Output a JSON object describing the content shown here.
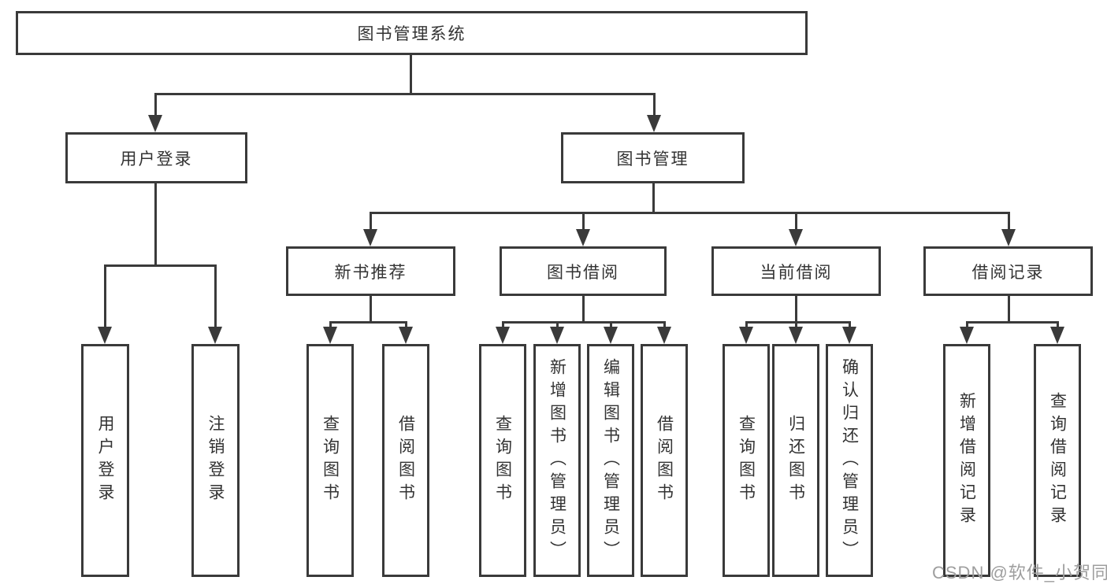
{
  "diagram": {
    "title_node": {
      "label": "图书管理系统"
    },
    "level2": [
      {
        "label": "用户登录"
      },
      {
        "label": "图书管理"
      }
    ],
    "level3": [
      {
        "label": "新书推荐"
      },
      {
        "label": "图书借阅"
      },
      {
        "label": "当前借阅"
      },
      {
        "label": "借阅记录"
      }
    ],
    "leaves": [
      {
        "label": "用户登录"
      },
      {
        "label": "注销登录"
      },
      {
        "label": "查询图书"
      },
      {
        "label": "借阅图书"
      },
      {
        "label": "查询图书"
      },
      {
        "label": "新增图书（管理员）"
      },
      {
        "label": "编辑图书（管理员）"
      },
      {
        "label": "借阅图书"
      },
      {
        "label": "查询图书"
      },
      {
        "label": "归还图书"
      },
      {
        "label": "确认归还（管理员）"
      },
      {
        "label": "新增借阅记录"
      },
      {
        "label": "查询借阅记录"
      }
    ]
  },
  "watermark": {
    "text": "CSDN @软件_小贺同学"
  },
  "colors": {
    "line": "#3a3a3a",
    "text": "#333333",
    "watermark": "#9e9e9e",
    "background": "#ffffff"
  }
}
